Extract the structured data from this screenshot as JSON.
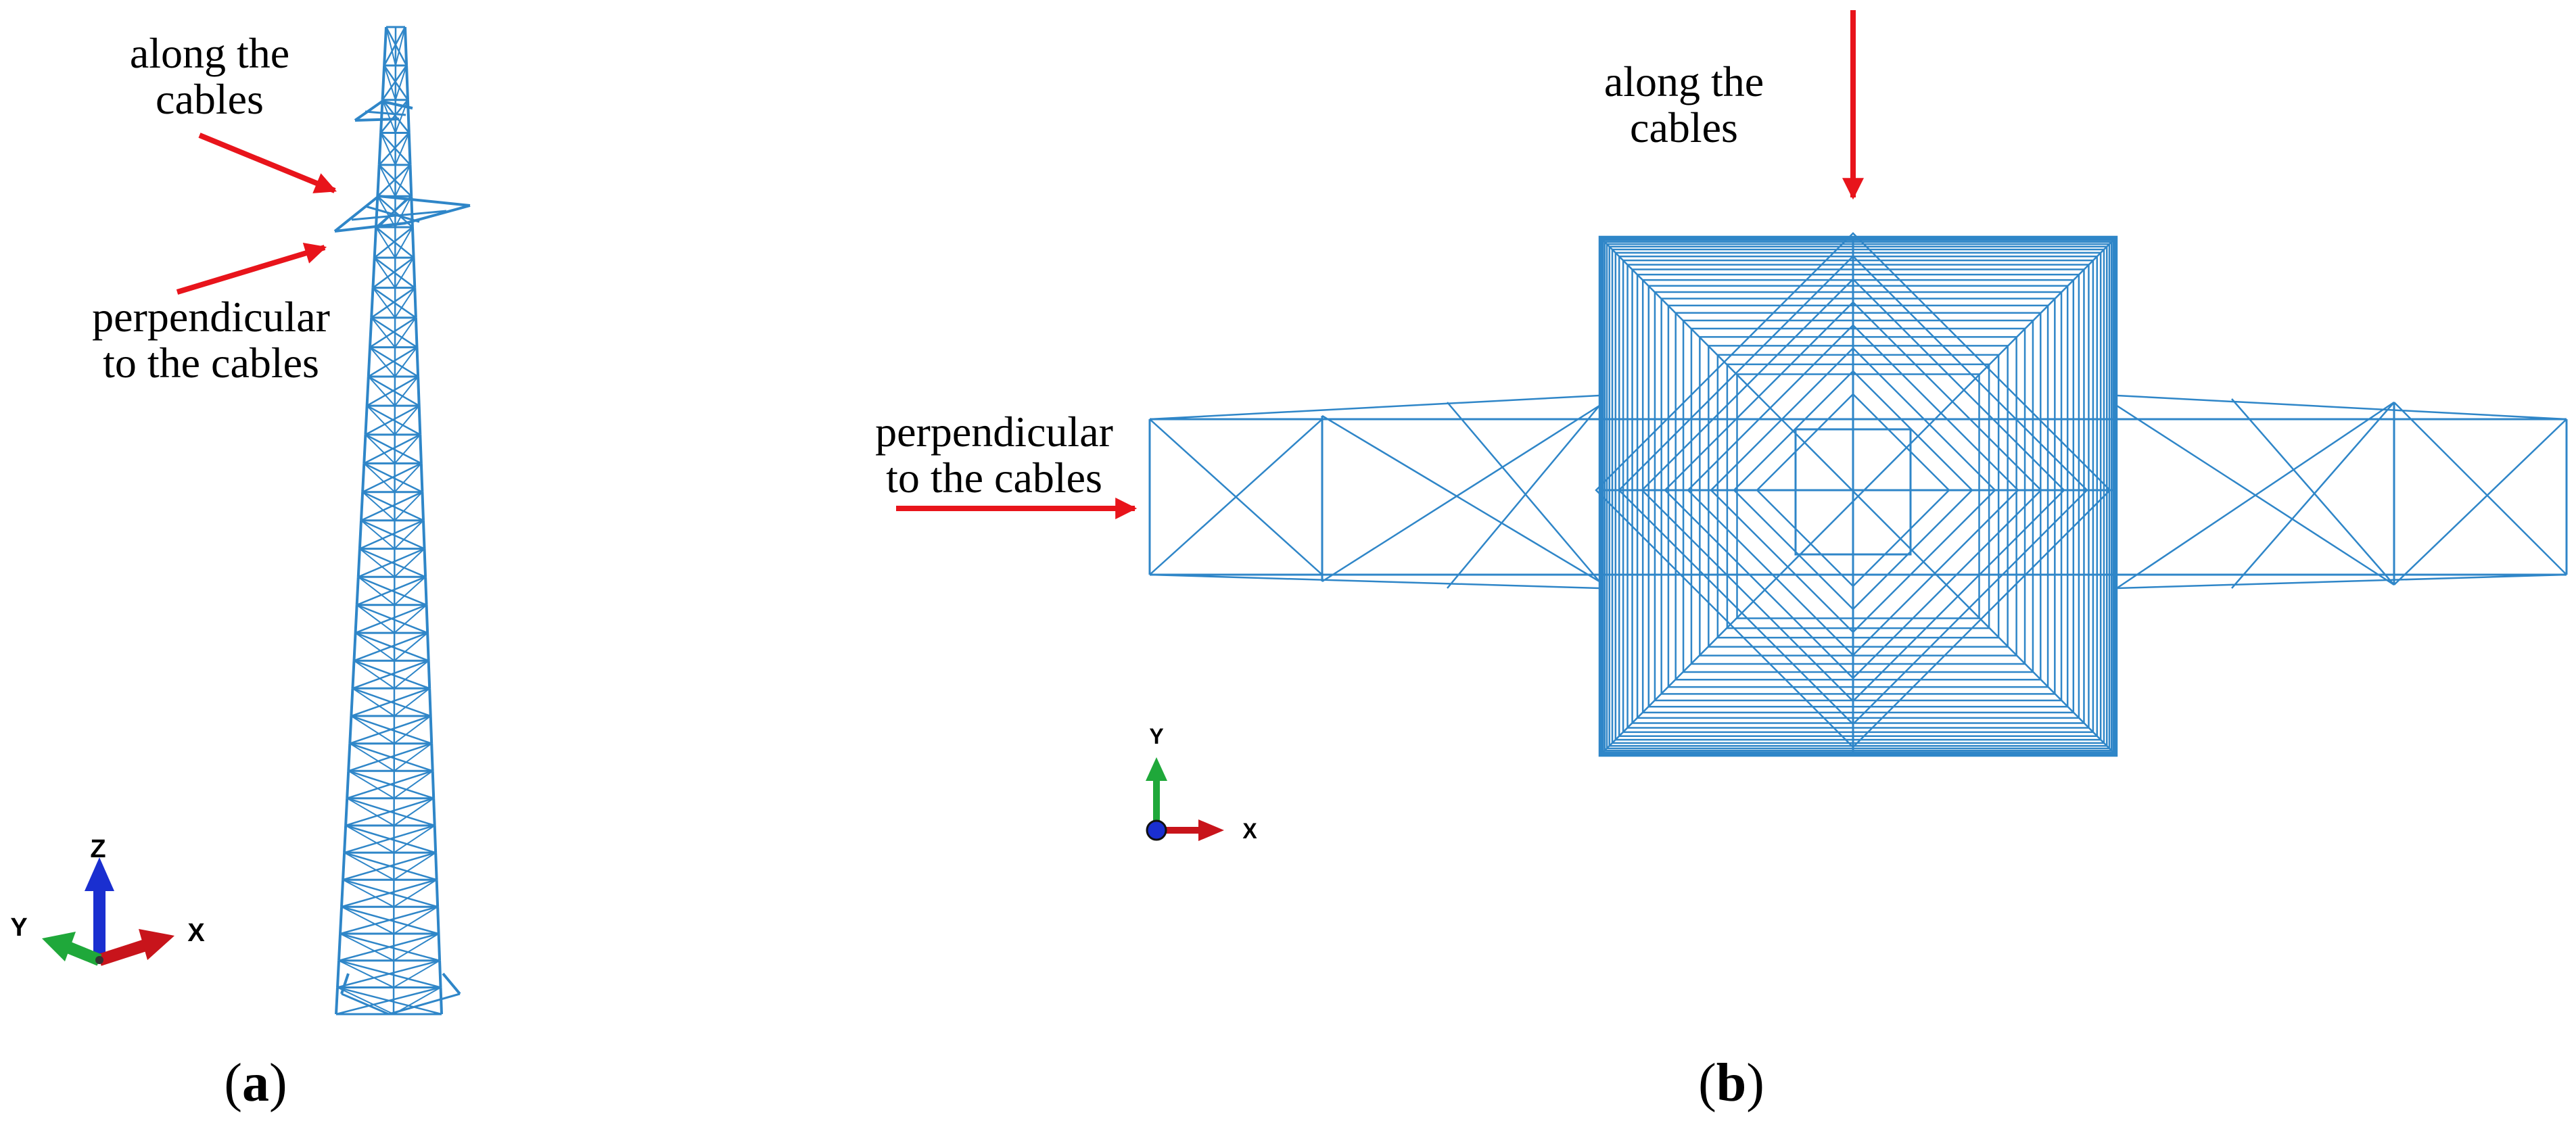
{
  "panel_a": {
    "label_along": [
      "along the",
      "cables"
    ],
    "label_perpendicular": [
      "perpendicular",
      "to the cables"
    ],
    "axis_triad": {
      "z": "Z",
      "y": "Y",
      "x": "X"
    },
    "caption": {
      "open": "(",
      "letter": "a",
      "close": ")"
    }
  },
  "panel_b": {
    "label_along": [
      "along the",
      "cables"
    ],
    "label_perpendicular": [
      "perpendicular",
      "to the cables"
    ],
    "axis_triad": {
      "y": "Y",
      "x": "X"
    },
    "caption": {
      "open": "(",
      "letter": "b",
      "close": ")"
    }
  },
  "colors": {
    "structure": "#2f86c8",
    "arrow": "#e8141b",
    "axis_x": "#c8141b",
    "axis_y": "#1fa83a",
    "axis_z": "#1a2fd0"
  },
  "icons": [
    "transmission-tower-3d-view",
    "transmission-tower-top-view",
    "axis-triad"
  ]
}
